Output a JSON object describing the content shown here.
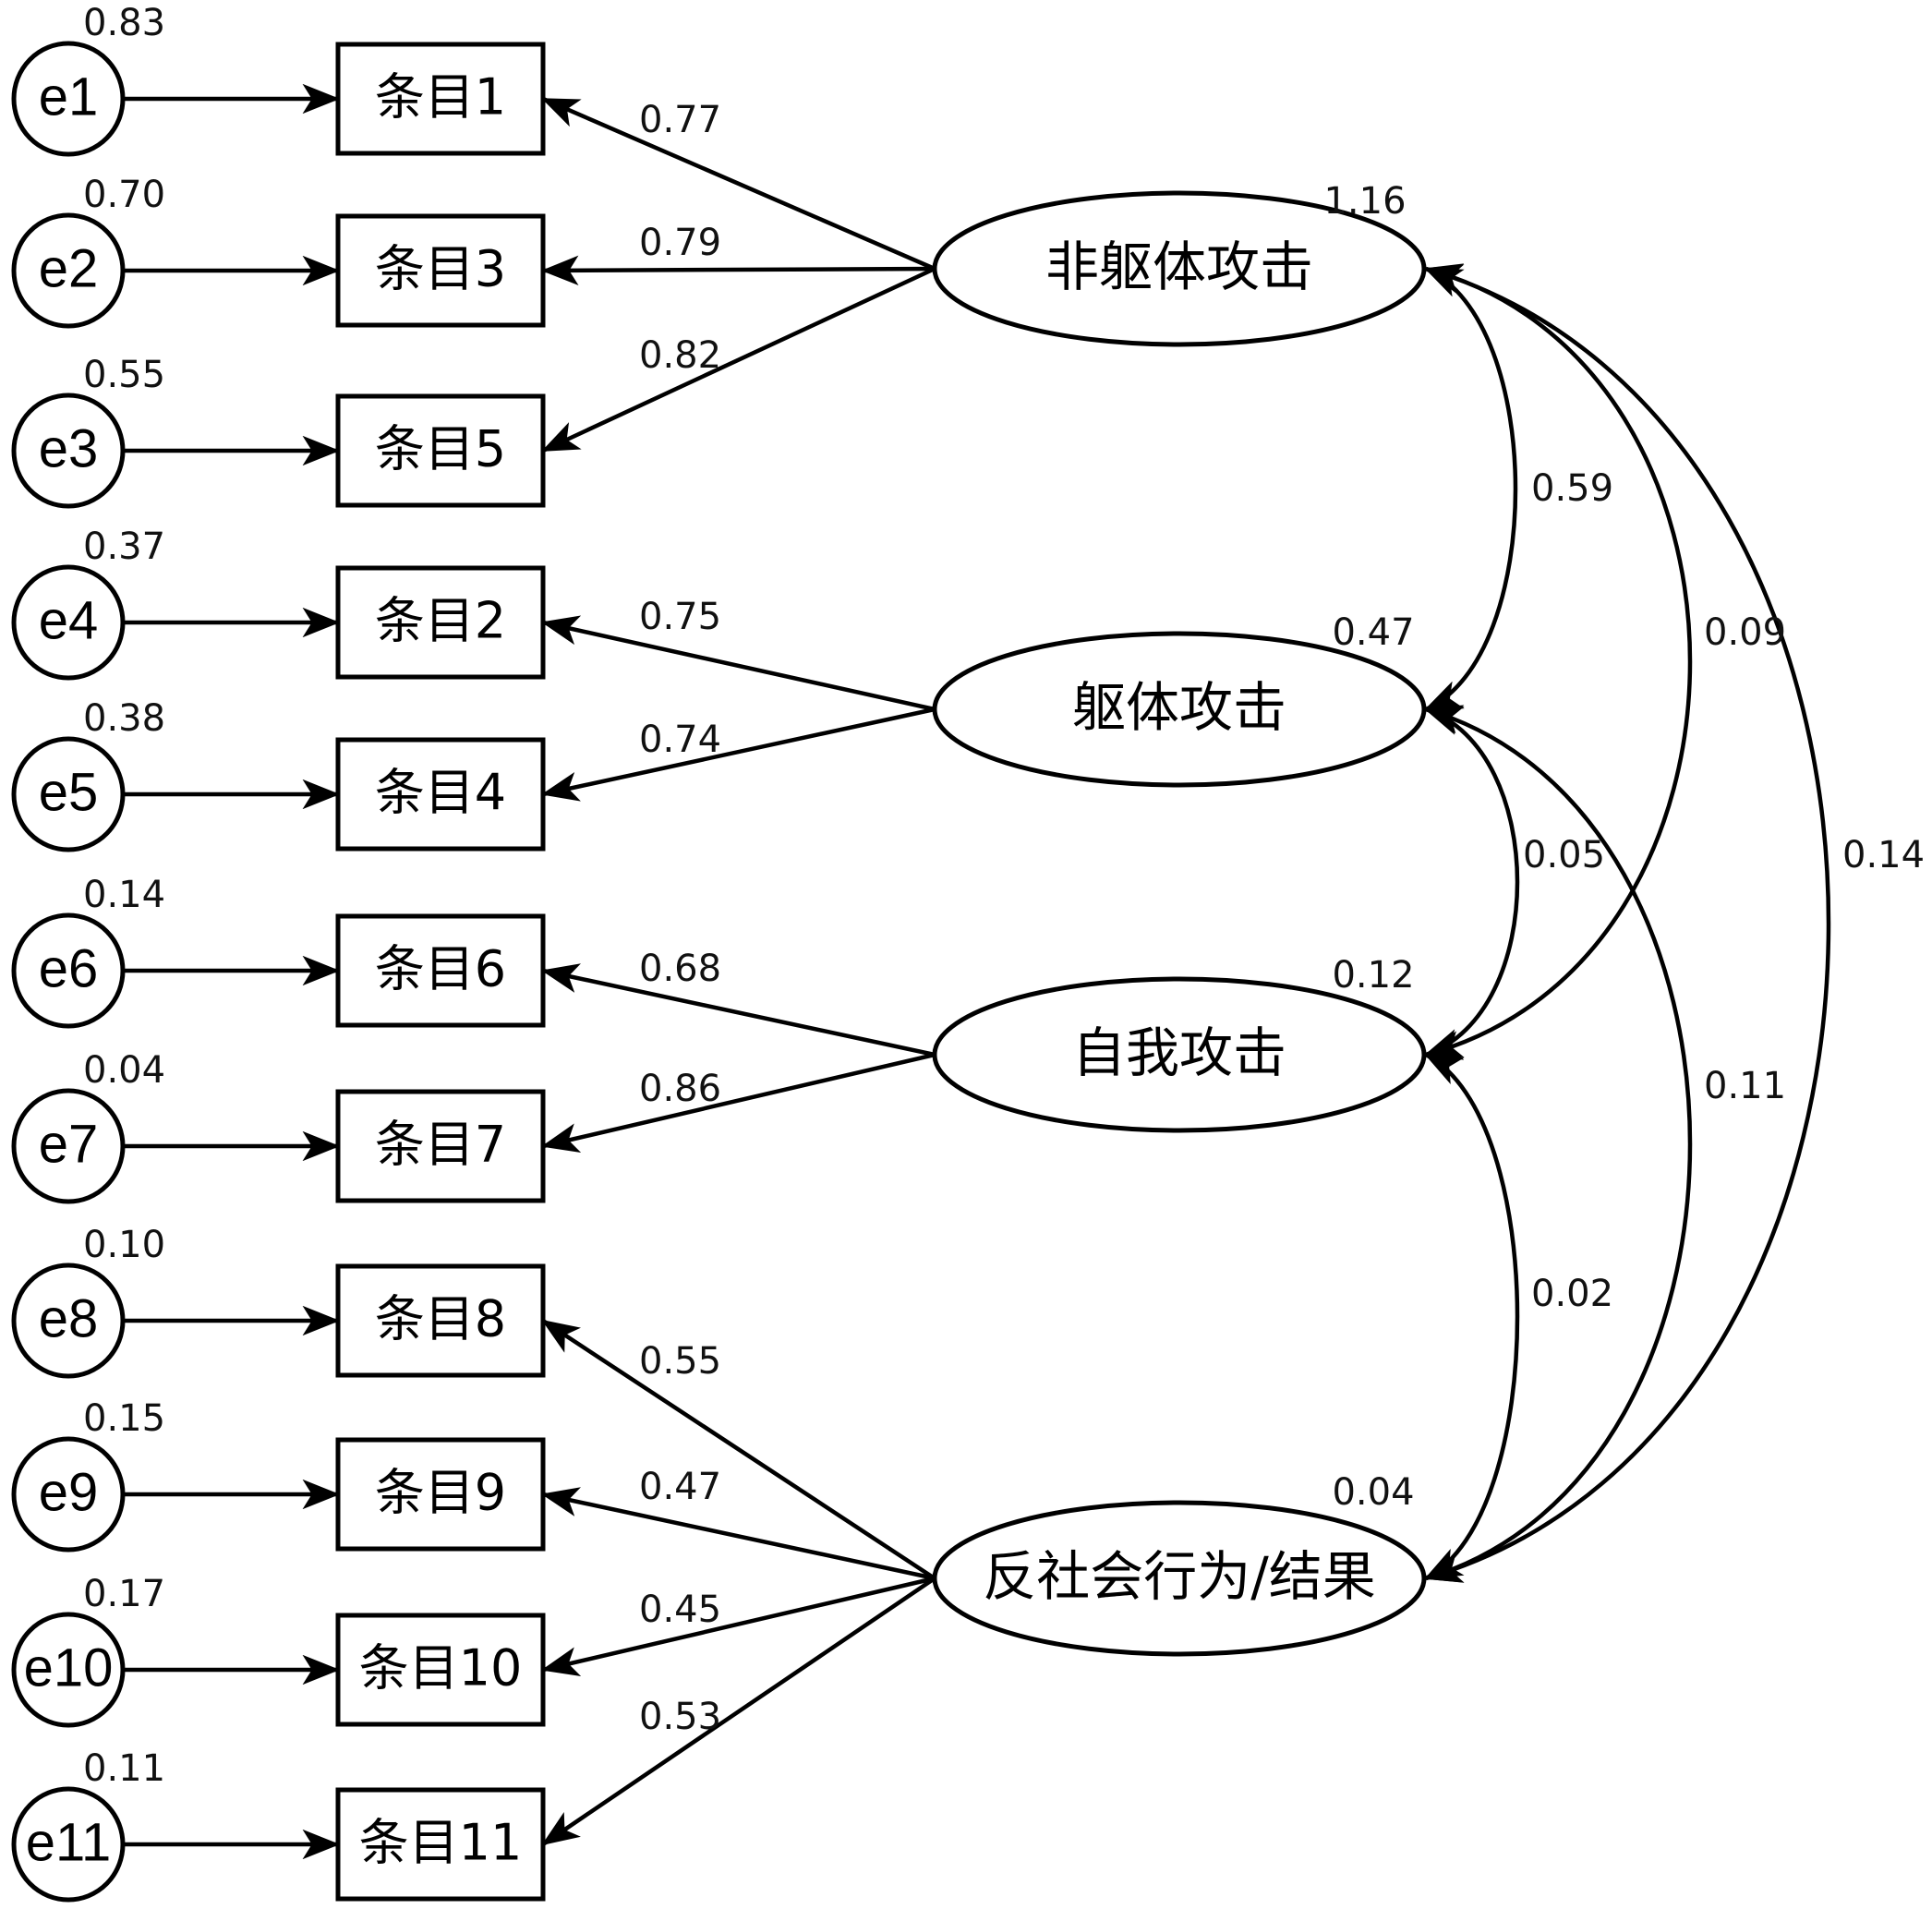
{
  "diagram": {
    "type": "structural-equation-model",
    "latent_factors": [
      {
        "id": "F1",
        "label": "非躯体攻击",
        "variance": "1.16"
      },
      {
        "id": "F2",
        "label": "躯体攻击",
        "variance": "0.47"
      },
      {
        "id": "F3",
        "label": "自我攻击",
        "variance": "0.12"
      },
      {
        "id": "F4",
        "label": "反社会行为/结果",
        "variance": "0.04"
      }
    ],
    "indicators": [
      {
        "label": "条目1",
        "error": "e1",
        "error_variance": "0.83",
        "factor": "F1",
        "loading": "0.77"
      },
      {
        "label": "条目3",
        "error": "e2",
        "error_variance": "0.70",
        "factor": "F1",
        "loading": "0.79"
      },
      {
        "label": "条目5",
        "error": "e3",
        "error_variance": "0.55",
        "factor": "F1",
        "loading": "0.82"
      },
      {
        "label": "条目2",
        "error": "e4",
        "error_variance": "0.37",
        "factor": "F2",
        "loading": "0.75"
      },
      {
        "label": "条目4",
        "error": "e5",
        "error_variance": "0.38",
        "factor": "F2",
        "loading": "0.74"
      },
      {
        "label": "条目6",
        "error": "e6",
        "error_variance": "0.14",
        "factor": "F3",
        "loading": "0.68"
      },
      {
        "label": "条目7",
        "error": "e7",
        "error_variance": "0.04",
        "factor": "F3",
        "loading": "0.86"
      },
      {
        "label": "条目8",
        "error": "e8",
        "error_variance": "0.10",
        "factor": "F4",
        "loading": "0.55"
      },
      {
        "label": "条目9",
        "error": "e9",
        "error_variance": "0.15",
        "factor": "F4",
        "loading": "0.47"
      },
      {
        "label": "条目10",
        "error": "e10",
        "error_variance": "0.17",
        "factor": "F4",
        "loading": "0.45"
      },
      {
        "label": "条目11",
        "error": "e11",
        "error_variance": "0.11",
        "factor": "F4",
        "loading": "0.53"
      }
    ],
    "covariances": [
      {
        "from": "F1",
        "to": "F2",
        "value": "0.59"
      },
      {
        "from": "F2",
        "to": "F3",
        "value": "0.05"
      },
      {
        "from": "F3",
        "to": "F4",
        "value": "0.02"
      },
      {
        "from": "F1",
        "to": "F3",
        "value": "0.09"
      },
      {
        "from": "F2",
        "to": "F4",
        "value": "0.11"
      },
      {
        "from": "F1",
        "to": "F4",
        "value": "0.14"
      }
    ]
  }
}
